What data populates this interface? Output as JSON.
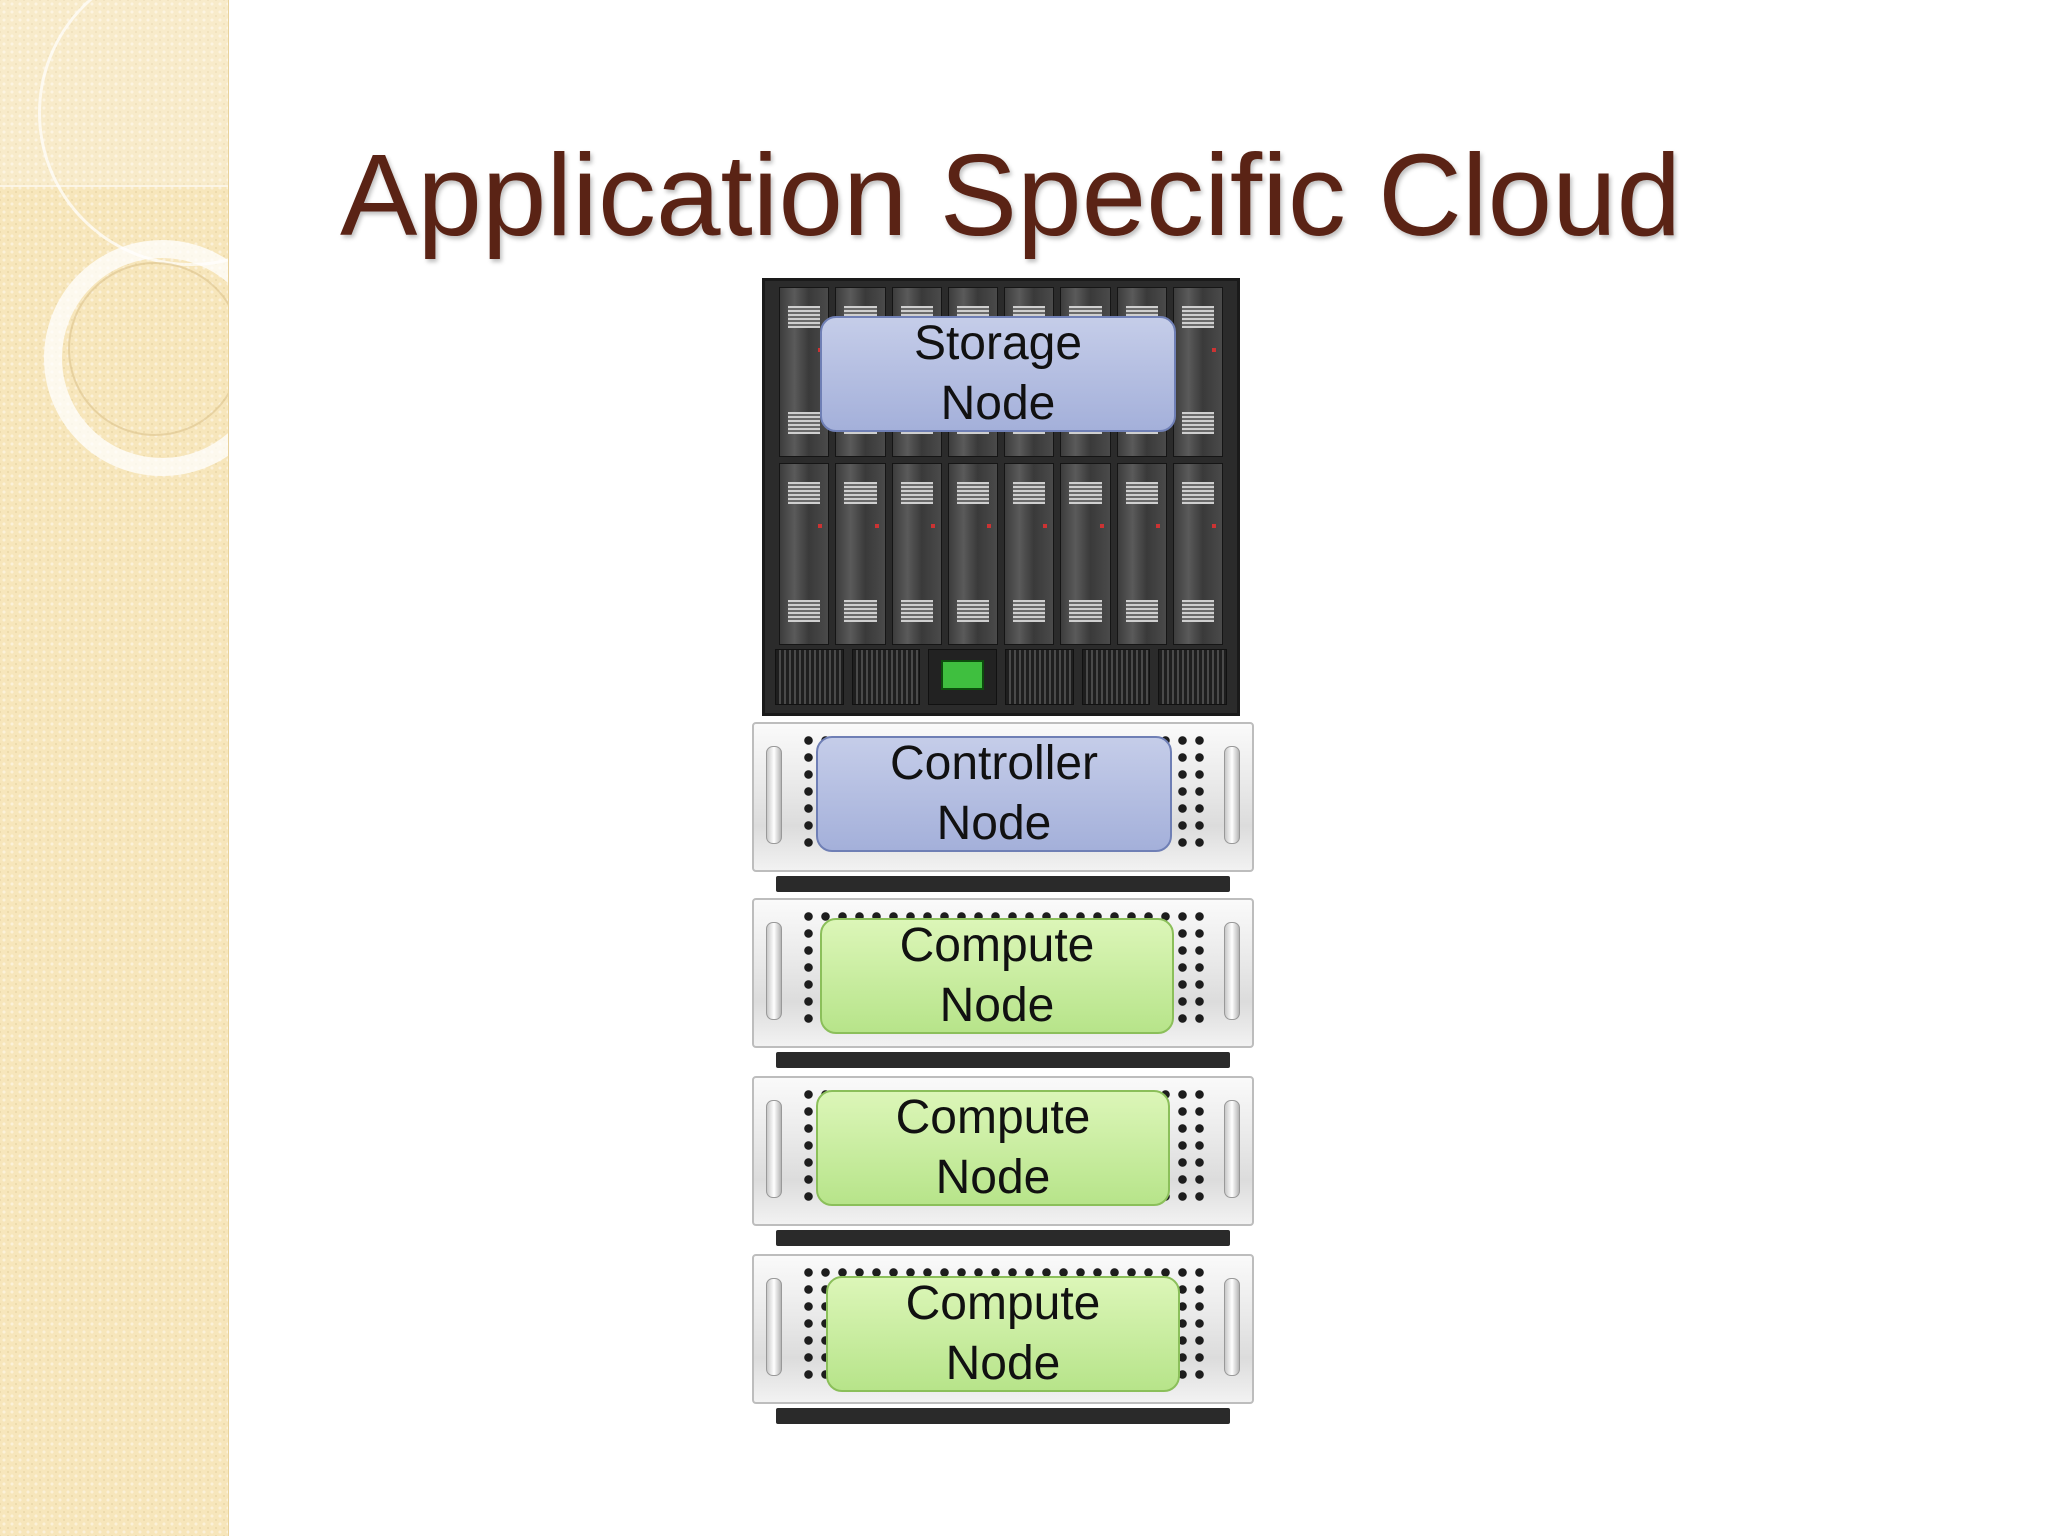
{
  "slide": {
    "title": "Application Specific Cloud"
  },
  "nodes": {
    "storage": {
      "line1": "Storage",
      "line2": "Node"
    },
    "controller": {
      "line1": "Controller",
      "line2": "Node"
    },
    "compute1": {
      "line1": "Compute",
      "line2": "Node"
    },
    "compute2": {
      "line1": "Compute",
      "line2": "Node"
    },
    "compute3": {
      "line1": "Compute",
      "line2": "Node"
    }
  },
  "colors": {
    "title": "#5a2315",
    "storage_node": "#b3bde0",
    "controller_node": "#b3bde0",
    "compute_node": "#c9ee9e",
    "sidebar": "#f7e6bb"
  }
}
